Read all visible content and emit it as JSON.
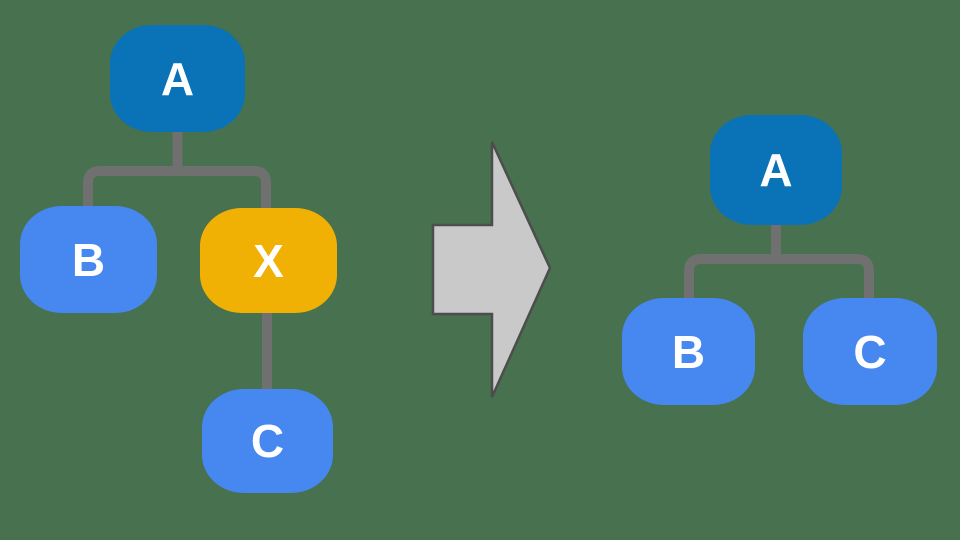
{
  "canvas": {
    "background": "#47714F",
    "connector_color": "#707070",
    "node_label_color": "#FFFFFF"
  },
  "left_tree": {
    "nodes": [
      {
        "id": "a",
        "label": "A",
        "color": "#0A72B6"
      },
      {
        "id": "b",
        "label": "B",
        "color": "#4787F0"
      },
      {
        "id": "x",
        "label": "X",
        "color": "#F1B104"
      },
      {
        "id": "c",
        "label": "C",
        "color": "#4787F0"
      }
    ],
    "edges": [
      "A-B",
      "A-X",
      "X-C"
    ]
  },
  "arrow": {
    "icon": "arrow-right",
    "fill": "#C9C9C9",
    "outline": "#4D4D4D"
  },
  "right_tree": {
    "nodes": [
      {
        "id": "a",
        "label": "A",
        "color": "#0A72B6"
      },
      {
        "id": "b",
        "label": "B",
        "color": "#4787F0"
      },
      {
        "id": "c",
        "label": "C",
        "color": "#4787F0"
      }
    ],
    "edges": [
      "A-B",
      "A-C"
    ]
  }
}
